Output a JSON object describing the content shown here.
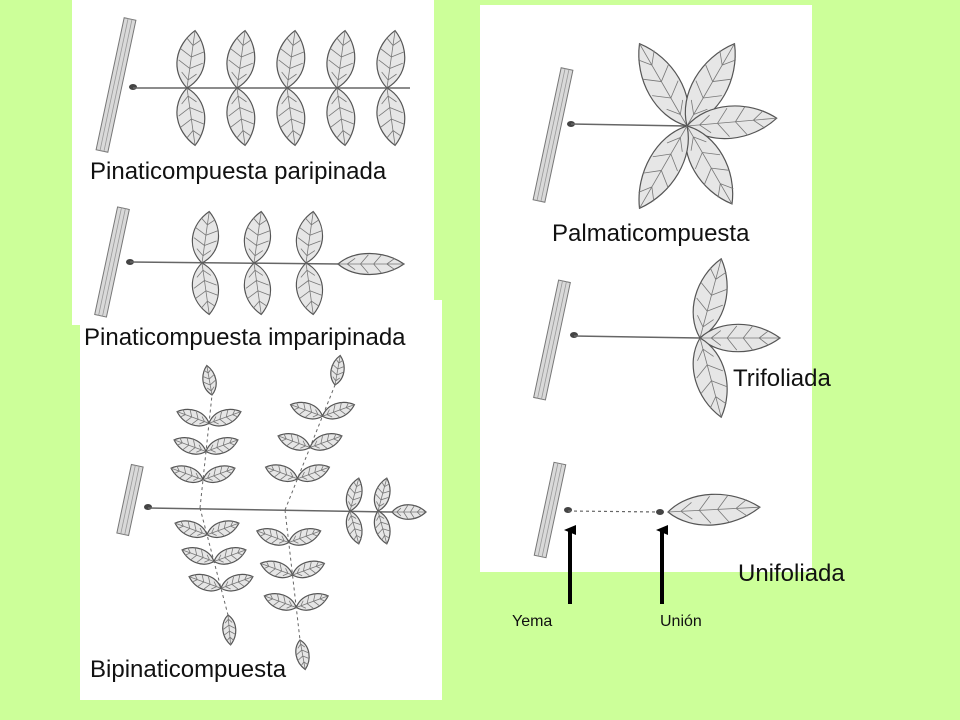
{
  "labels": {
    "paripinada": "Pinaticompuesta paripinada",
    "imparipinada": "Pinaticompuesta imparipinada",
    "bipinada": "Bipinaticompuesta",
    "palmati": "Palmaticompuesta",
    "trifoliada": "Trifoliada",
    "unifoliada": "Unifoliada",
    "yema": "Yema",
    "union": "Unión"
  },
  "colors": {
    "background": "#ccff99",
    "panel": "#ffffff",
    "leaf_fill": "#e6e6e6",
    "leaf_stroke": "#555555",
    "arrow": "#000000"
  }
}
